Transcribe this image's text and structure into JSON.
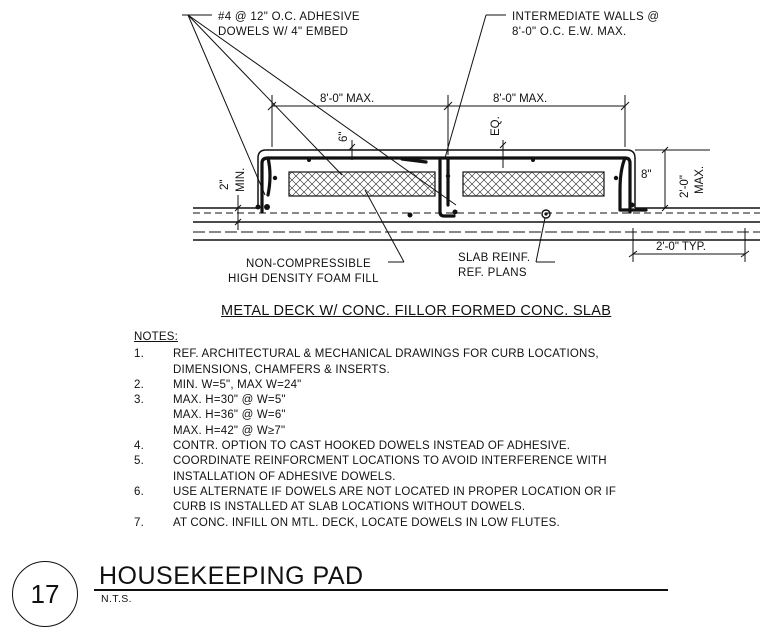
{
  "callouts": {
    "dowels_line1": "#4 @ 12\" O.C. ADHESIVE",
    "dowels_line2": "DOWELS W/ 4\" EMBED",
    "walls_line1": "INTERMEDIATE WALLS @",
    "walls_line2": "8'-0\" O.C. E.W. MAX.",
    "foam_line1": "NON-COMPRESSIBLE",
    "foam_line2": "HIGH DENSITY FOAM FILL",
    "slab_line1": "SLAB REINF.",
    "slab_line2": "REF. PLANS"
  },
  "dimensions": {
    "left_span": "8'-0\" MAX.",
    "right_span": "8'-0\" MAX.",
    "eq": "EQ.",
    "six_in": "6\"",
    "two_min_a": "2\"",
    "two_min_b": "MIN.",
    "eight_in": "8\"",
    "two_ft": "2'-0\"",
    "max": "MAX.",
    "two_ft_typ": "2'-0\" TYP."
  },
  "subtitle": "METAL DECK W/ CONC. FILLOR FORMED CONC. SLAB",
  "notes": {
    "heading": "NOTES:",
    "items": [
      {
        "num": "1.",
        "lines": [
          "REF.  ARCHITECTURAL & MECHANICAL DRAWINGS FOR CURB LOCATIONS,",
          "DIMENSIONS,  CHAMFERS & INSERTS."
        ]
      },
      {
        "num": "2.",
        "lines": [
          "MIN. W=5\", MAX W=24\""
        ]
      },
      {
        "num": "3.",
        "lines": [
          "MAX. H=30\" @ W=5\"",
          "MAX. H=36\" @ W=6\"",
          "MAX. H=42\" @ W≥7\""
        ]
      },
      {
        "num": "4.",
        "lines": [
          "CONTR. OPTION TO CAST HOOKED DOWELS INSTEAD OF ADHESIVE."
        ]
      },
      {
        "num": "5.",
        "lines": [
          "COORDINATE REINFORCMENT LOCATIONS TO AVOID INTERFERENCE WITH",
          "INSTALLATION OF ADHESIVE DOWELS."
        ]
      },
      {
        "num": "6.",
        "lines": [
          "USE ALTERNATE IF DOWELS ARE NOT LOCATED IN PROPER LOCATION OR IF",
          "CURB IS INSTALLED AT SLAB LOCATIONS WITHOUT DOWELS."
        ]
      },
      {
        "num": "7.",
        "lines": [
          "AT CONC. INFILL ON MTL. DECK, LOCATE DOWELS IN LOW FLUTES."
        ]
      }
    ]
  },
  "title_block": {
    "detail_number": "17",
    "title": "HOUSEKEEPING PAD",
    "scale": "N.T.S."
  }
}
